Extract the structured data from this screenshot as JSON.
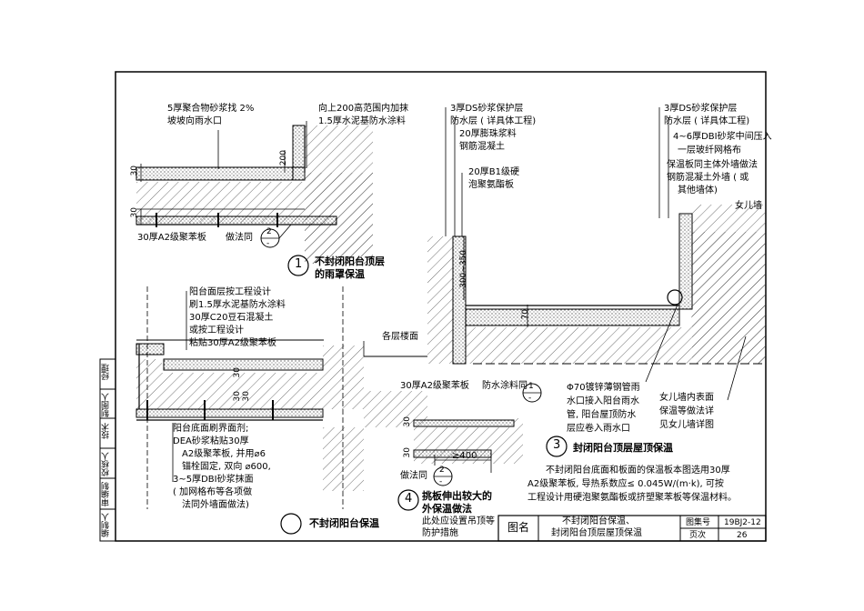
{
  "detail1": {
    "number": "1",
    "title_line1": "不封闭阳台顶层",
    "title_line2": "的雨罩保温",
    "note_left_1": "5厚聚合物砂浆找 2%",
    "note_left_2": "坡坡向雨水口",
    "note_right_1": "向上200高范围内加抹",
    "note_right_2": "1.5厚水泥基防水涂料",
    "dim_200": "200",
    "dim_30a": "30",
    "dim_30b": "30",
    "board_label": "30厚A2级聚苯板",
    "method_label": "做法同",
    "ref_num": "2",
    "ref_den": "-"
  },
  "detail_balcony": {
    "title": "不封闭阳台保温",
    "top_notes": [
      "阳台面层按工程设计",
      "刷1.5厚水泥基防水涂料",
      "30厚C20豆石混凝土",
      "或按工程设计",
      "粘贴30厚A2级聚苯板"
    ],
    "floor_label": "各层楼面",
    "dim_30a": "30",
    "dim_30b": "30",
    "dim_30c": "30",
    "bottom_notes": [
      "阳台底面刷界面剂;",
      "DEA砂浆粘贴30厚",
      "A2级聚苯板, 并用⌀6",
      "锚栓固定, 双向 ⌀600,",
      "3~5厚DBI砂浆抹面",
      "( 加网格布等各项做",
      "法同外墙面做法)"
    ]
  },
  "detail3": {
    "number": "3",
    "title": "封闭阳台顶层屋顶保温",
    "left_notes": [
      "3厚DS砂浆保护层",
      "防水层 ( 详具体工程)",
      "20厚膨珠浆料",
      "钢筋混凝土"
    ],
    "board_note_1": "20厚B1级硬",
    "board_note_2": "泡聚氨酯板",
    "dim_300": "300~350",
    "dim_70": "70",
    "right_notes": [
      "3厚DS砂浆保护层",
      "防水层 ( 详具体工程)",
      "4~6厚DBI砂浆中间压入",
      "一层玻纤网格布",
      "保温板同主体外墙做法",
      "钢筋混凝土外墙 ( 或",
      "其他墙体)"
    ],
    "parapet_label": "女儿墙",
    "drain_notes": [
      "Φ70镀锌薄钢管雨",
      "水口接入阳台雨水",
      "管, 阳台屋顶防水",
      "层应卷入雨水口"
    ],
    "parapet_notes": [
      "女儿墙内表面",
      "保温等做法详",
      "见女儿墙详图"
    ]
  },
  "detail4": {
    "number": "4",
    "title_line1": "挑板伸出较大的",
    "title_line2": "外保温做法",
    "note_1": "此处应设置吊顶等",
    "note_2": "防护措施",
    "board_label": "30厚A2级聚苯板",
    "waterproof_label": "防水涂料同",
    "ref_num_a": "1",
    "ref_den_a": "-",
    "dim_30a": "30",
    "dim_30b": "30",
    "dim_400": "≥400",
    "method_label": "做法同",
    "ref_num_b": "2",
    "ref_den_b": "-"
  },
  "general_note": {
    "line1": "不封闭阳台底面和板面的保温板本图选用30厚",
    "line2": "A2级聚苯板, 导热系数应≤ 0.045W/(m·k), 可按",
    "line3": "工程设计用硬泡聚氨酯板或挤塑聚苯板等保温材料。"
  },
  "title_block": {
    "label": "图名",
    "name_line1": "不封闭阳台保温、",
    "name_line2": "封闭阳台顶层屋顶保温",
    "atlas_label": "图集号",
    "atlas_value": "19BJ2-12",
    "page_label": "页次",
    "page_value": "26"
  },
  "side_block": [
    "编制人",
    "审编制",
    "校核人",
    "技术",
    "制图人",
    "经理"
  ]
}
